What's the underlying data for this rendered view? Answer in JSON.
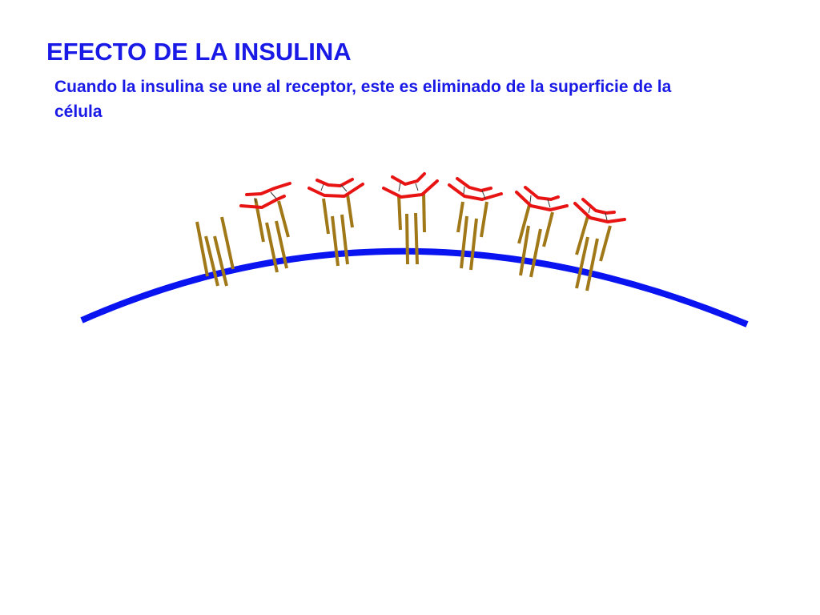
{
  "slide": {
    "title": "EFECTO DE LA INSULINA",
    "subtitle": "Cuando la insulina se une al receptor, este es eliminado de la superficie de la célula"
  },
  "colors": {
    "text": "#1a1ae6",
    "membrane": "#0a14f0",
    "receptor": "#a07818",
    "insulin": "#e81414",
    "link": "#333333"
  },
  "diagram": {
    "receptor_count": 7,
    "bound_insulin_count": 6
  }
}
